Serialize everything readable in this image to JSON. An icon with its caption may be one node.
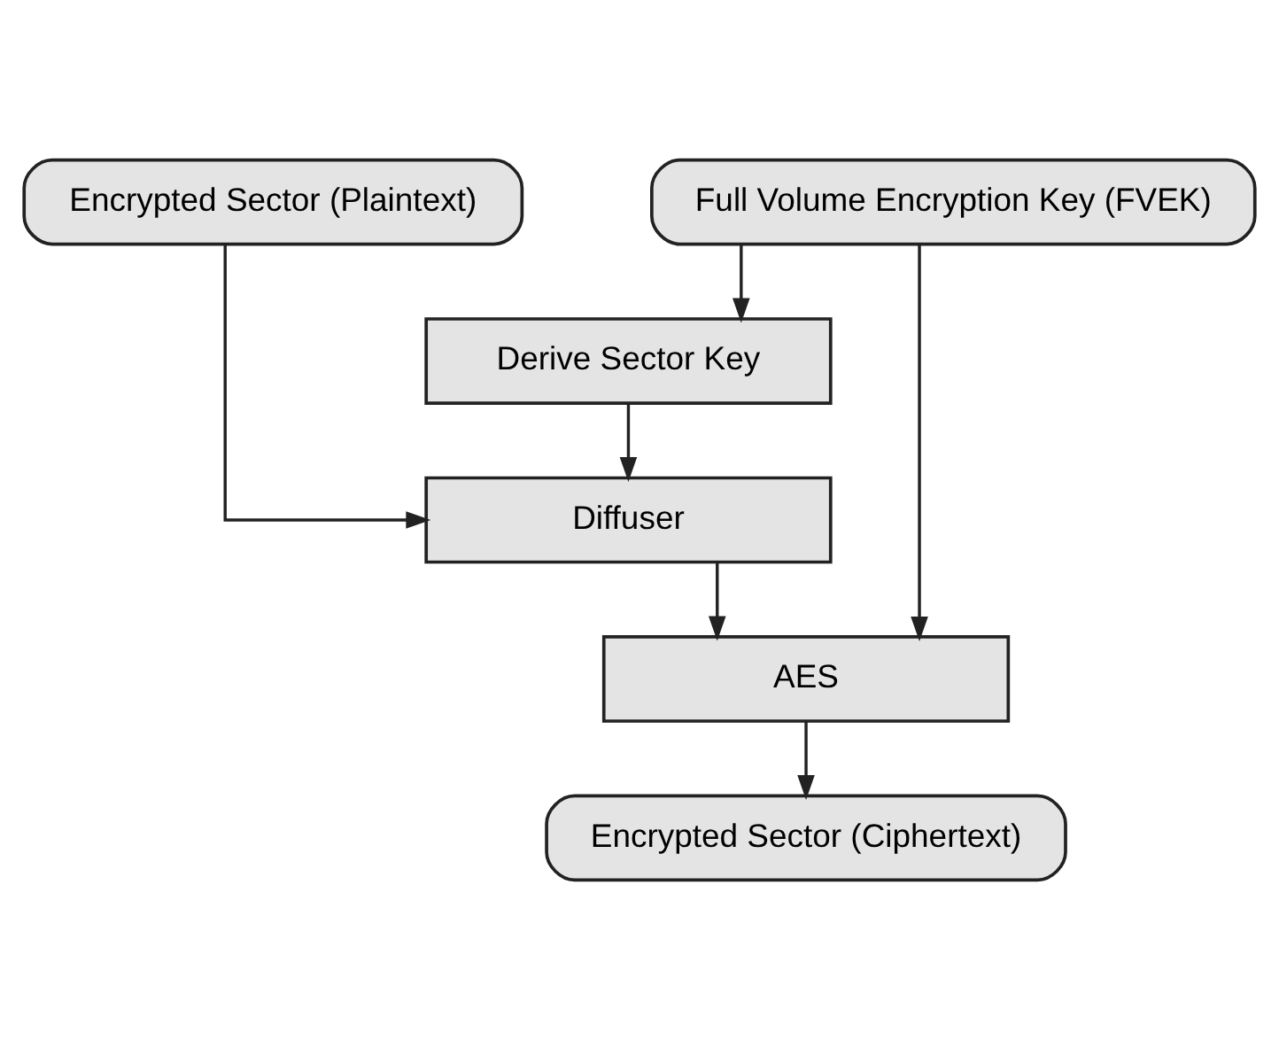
{
  "diagram": {
    "nodes": [
      {
        "text": [
          "Encrypted Sector (Plaintext)"
        ]
      },
      {
        "text": [
          "Full Volume Encryption Key (FVEK)"
        ]
      },
      {
        "text": [
          "Derive Sector Key"
        ]
      },
      {
        "text": [
          "Diffuser"
        ]
      },
      {
        "text": [
          "AES"
        ]
      },
      {
        "text": [
          "Encrypted Sector (Ciphertext)"
        ]
      }
    ],
    "edges": [
      {
        "from": 0,
        "to": 3,
        "arrow": "to"
      },
      {
        "from": 1,
        "to": 2,
        "arrow": "to"
      },
      {
        "from": 2,
        "to": 3,
        "arrow": "to"
      },
      {
        "from": 3,
        "to": 4,
        "arrow": "to"
      },
      {
        "from": 1,
        "to": 4,
        "arrow": "to"
      },
      {
        "from": 4,
        "to": 5,
        "arrow": "to"
      }
    ]
  }
}
